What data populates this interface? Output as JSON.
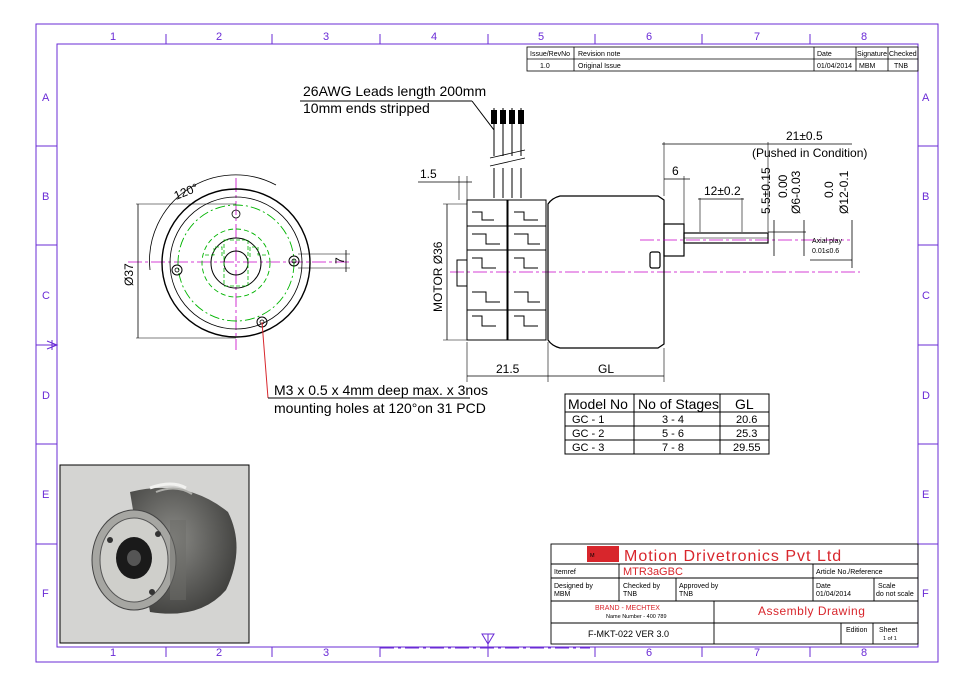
{
  "zones": {
    "cols": [
      "1",
      "2",
      "3",
      "4",
      "5",
      "6",
      "7",
      "8"
    ],
    "rows": [
      "A",
      "B",
      "C",
      "D",
      "E",
      "F"
    ]
  },
  "revision_table": {
    "headers": [
      "Issue/RevNo",
      "Revision note",
      "Date",
      "Signature",
      "Checked"
    ],
    "rows": [
      [
        "1.0",
        "Original Issue",
        "01/04/2014",
        "MBM",
        "TNB"
      ]
    ]
  },
  "callouts": {
    "leads_line1": "26AWG Leads length 200mm",
    "leads_line2": "10mm ends stripped",
    "holes_line1": "M3 x 0.5 x 4mm deep max. x 3nos",
    "holes_line2": "mounting holes at 120°on 31 PCD"
  },
  "dims": {
    "angle": "120°",
    "dia37": "Ø37",
    "seven": "7",
    "one_five": "1.5",
    "motor": "MOTOR Ø36",
    "twenty_one_five": "21.5",
    "gl": "GL",
    "twenty_one": "21±0.5",
    "pushed": "(Pushed in Condition)",
    "six": "6",
    "twelve": "12±0.2",
    "five_five": "5.5±0.15",
    "tol6a": "0.00",
    "tol6b": "Ø6-0.03",
    "tol12a": "0.0",
    "tol12b": "Ø12-0.1",
    "axial1": "Axial play",
    "axial2": "0.01≤0.6"
  },
  "stage_table": {
    "headers": [
      "Model No",
      "No of Stages",
      "GL"
    ],
    "rows": [
      [
        "GC - 1",
        "3 - 4",
        "20.6"
      ],
      [
        "GC - 2",
        "5 - 6",
        "25.3"
      ],
      [
        "GC - 3",
        "7 - 8",
        "29.55"
      ]
    ]
  },
  "title_block": {
    "company": "Motion Drivetronics Pvt Ltd",
    "itemref_label": "Itemref",
    "itemref_value": "MTR3aGBC",
    "article_label": "Article No./Reference",
    "designed_label": "Designed by",
    "designed_value": "MBM",
    "checked_label": "Checked by",
    "checked_value": "TNB",
    "approved_label": "Approved by",
    "approved_value": "TNB",
    "date_label": "Date",
    "date_value": "01/04/2014",
    "scale_label": "Scale",
    "scale_value": "do not scale",
    "brand": "BRAND - MECHTEX",
    "brand_sub": "Name Number - 400 789",
    "drawing_title": "Assembly Drawing",
    "form_no": "F-MKT-022 VER 3.0",
    "edition_label": "Edition",
    "sheet_label": "Sheet",
    "sheet_value": "1 of 1"
  },
  "colors": {
    "frame": "#6a2bd6",
    "center_line": "#c800c8",
    "hidden": "#00b400",
    "leader": "#d8262c",
    "brand_red": "#d8262c"
  }
}
